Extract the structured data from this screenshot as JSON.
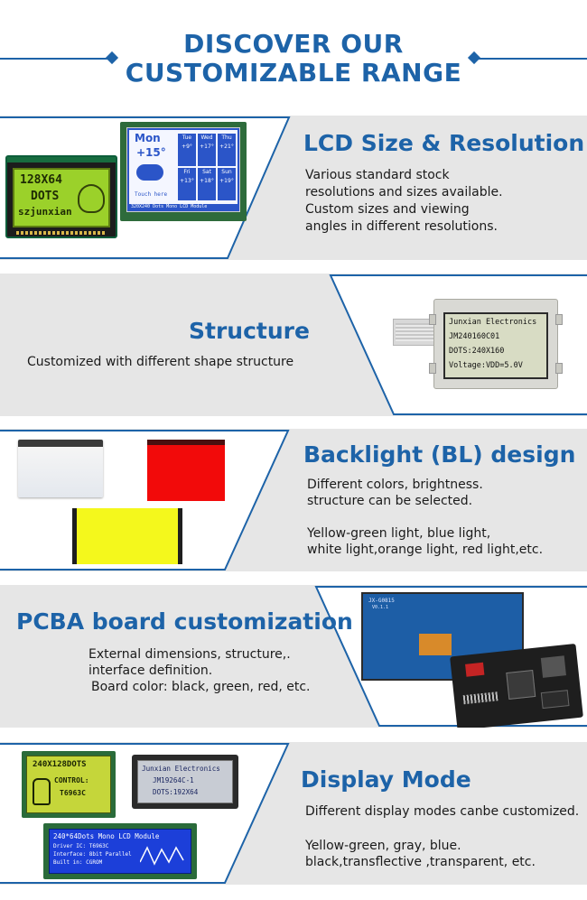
{
  "header": {
    "title_line1": "DISCOVER OUR",
    "title_line2": "CUSTOMIZABLE RANGE"
  },
  "colors": {
    "brand_blue": "#1d63a8",
    "panel_gray": "#e6e6e6"
  },
  "sections": [
    {
      "title": "LCD Size & Resolution",
      "description": [
        "Various standard stock",
        "resolutions and sizes available.",
        "Custom sizes and viewing",
        "angles in different resolutions."
      ],
      "images": {
        "graphic_lcd_lines": [
          "128X64",
          "DOTS",
          "szjunxian"
        ],
        "weather_lcd": {
          "day": "Mon",
          "temp": "+15°",
          "days": [
            "Tue",
            "Wed",
            "Thu",
            "Fri",
            "Sat",
            "Sun"
          ],
          "temps": [
            "+9°",
            "+17°",
            "+21°",
            "+13°",
            "+18°",
            "+19°"
          ],
          "footer": "320X240 Dots Mono LCD Module",
          "touch": "Touch here"
        }
      }
    },
    {
      "title": "Structure",
      "description": [
        "Customized with different shape structure"
      ],
      "images": {
        "module_lines": [
          "Junxian Electronics",
          "JM240160C01",
          "DOTS:240X160",
          "Voltage:VDD=5.0V"
        ]
      }
    },
    {
      "title": "Backlight (BL) design",
      "description": [
        "Different colors, brightness.",
        "structure can be selected.",
        "",
        "Yellow-green light, blue light,",
        "white light,orange light, red light,etc."
      ]
    },
    {
      "title": "PCBA board customization",
      "description": [
        "External dimensions, structure,.",
        "interface definition.",
        "Board color: black, green, red, etc."
      ],
      "images": {
        "tft_board_label": "JX-G0815",
        "tft_board_version": "V0.1.1"
      }
    },
    {
      "title": "Display Mode",
      "description": [
        "Different display modes canbe customized.",
        "",
        "Yellow-green, gray, blue.",
        "black,transflective ,transparent, etc."
      ],
      "images": {
        "yellow_lcd_lines": [
          "240X128DOTS",
          "CONTROL:",
          "T6963C"
        ],
        "gray_lcd_lines": [
          "Junxian Electronics",
          "JM19264C-1",
          "DOTS:192X64"
        ],
        "blue_lcd_lines": [
          "240*64Dots Mono LCD Module",
          "Driver IC: T6963C",
          "Interface: 8bit Parallel",
          "Built in: CGROM"
        ]
      }
    }
  ]
}
